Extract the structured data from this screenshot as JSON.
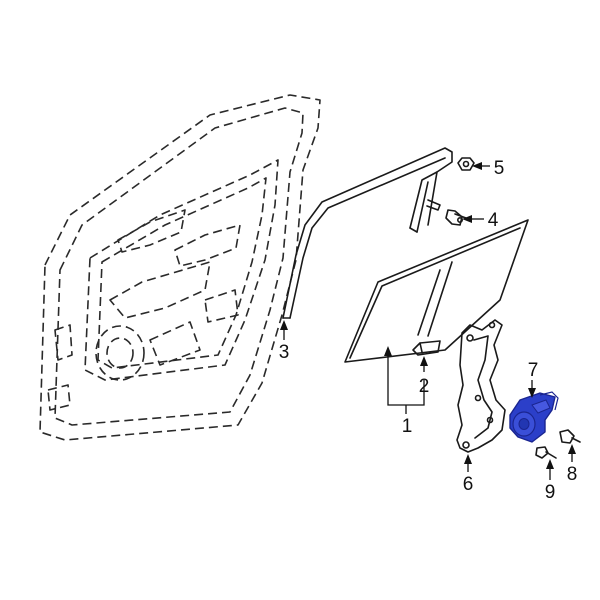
{
  "callouts": [
    {
      "id": "1",
      "label": "1"
    },
    {
      "id": "2",
      "label": "2"
    },
    {
      "id": "3",
      "label": "3"
    },
    {
      "id": "4",
      "label": "4"
    },
    {
      "id": "5",
      "label": "5"
    },
    {
      "id": "6",
      "label": "6"
    },
    {
      "id": "7",
      "label": "7"
    },
    {
      "id": "8",
      "label": "8"
    },
    {
      "id": "9",
      "label": "9"
    }
  ],
  "colors": {
    "line": "#1a1a1a",
    "highlight": "#2b3fc9",
    "highlight_dark": "#1a2590",
    "background": "#ffffff"
  },
  "highlighted_part": "7",
  "icons": [
    "door-outline-dashed",
    "window-run-channel",
    "door-glass",
    "glass-clip",
    "bolt",
    "nut",
    "window-regulator",
    "window-motor",
    "screw"
  ]
}
